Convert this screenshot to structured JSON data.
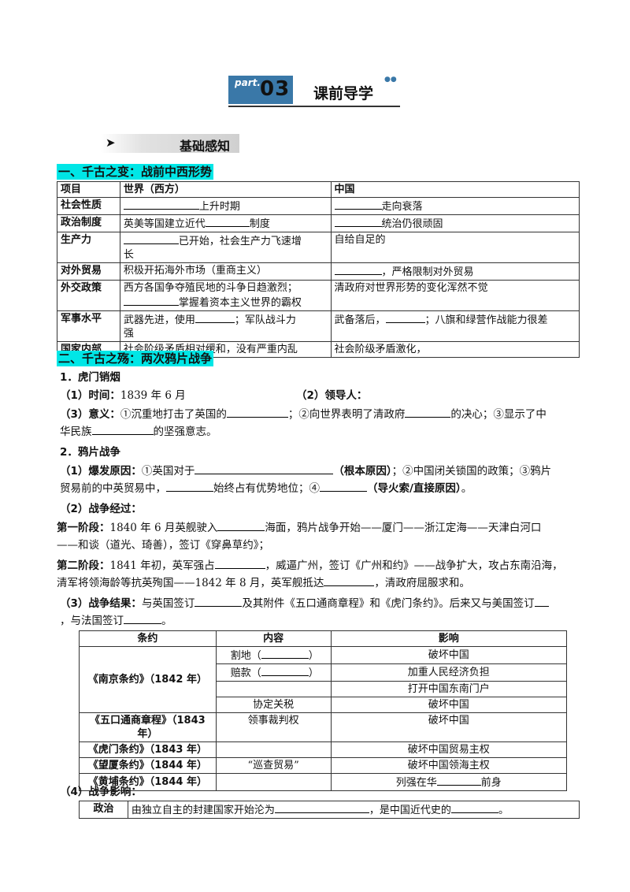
{
  "banner": {
    "part": "part.",
    "number": "03",
    "title": "课前导学"
  },
  "basic": {
    "arrow": "➤",
    "label": "基础感知"
  },
  "sec1": {
    "heading": "一、千古之变：战前中西形势",
    "header": [
      "项目",
      "世界（西方）",
      "中国"
    ],
    "rows": [
      {
        "item": "社会性质",
        "west": "上升时期",
        "china": "走向衰落"
      },
      {
        "item": "政治制度",
        "west_a": "英美等国建立近代",
        "west_b": "制度",
        "china": "统治仍很顽固"
      },
      {
        "item": "生产力",
        "west_a": "已开始，社会生产力飞速增",
        "west_b": "长",
        "china": "自给自足的"
      },
      {
        "item": "对外贸易",
        "west": "积极开拓海外市场（重商主义）",
        "china": "，严格限制对外贸易"
      },
      {
        "item": "外交政策",
        "west_a": "西方各国争夺殖民地的斗争日趋激烈；",
        "west_b": "掌握着资本主义世界的霸权",
        "china": "清政府对世界形势的变化浑然不觉"
      },
      {
        "item": "军事水平",
        "west_a": "武器先进，使用",
        "west_b": "；军队战斗力",
        "west_c": "强",
        "china_a": "武备落后，",
        "china_b": "；八旗和绿营作战能力很差"
      },
      {
        "item": "国家内部",
        "west": "社会阶级矛盾相对缓和，没有严重内乱",
        "china": "社会阶级矛盾激化，"
      }
    ]
  },
  "sec2": {
    "heading": "二、千古之殇：两次鸦片战争",
    "s1": "1．虎门销烟",
    "time_label": "（1）时间：",
    "time_value": "1839 年 6 月",
    "leader_label": "（2）领导人：",
    "meaning_label": "（3）意义：",
    "meaning_a": "①沉重地打击了英国的",
    "meaning_b": "；②向世界表明了清政府",
    "meaning_c": "的决心；③显示了中",
    "meaning_d": "华民族",
    "meaning_e": "的坚强意志。",
    "s2": "2．鸦片战争",
    "cause_label": "（1）爆发原因：",
    "cause_a": "①英国对于",
    "cause_b": "（根本原因）",
    "cause_c": "；②中国闭关锁国的政策；③鸦片",
    "cause_d": "贸易前的中英贸易中，",
    "cause_e": "始终占有优势地位；④",
    "cause_f": "（导火索/直接原因）",
    "cause_g": "。",
    "course_label": "（2）战争经过：",
    "stage1_label": "第一阶段：",
    "stage1_a": "1840 年 6 月英舰驶入",
    "stage1_b": "海面，鸦片战争开始——厦门——浙江定海——天津白河口",
    "stage1_c": "——和谈（道光、琦善），签订《穿鼻草约》；",
    "stage2_label": "第二阶段：",
    "stage2_a": "1841 年初，英军强占",
    "stage2_b": "，威逼广州，签订《广州和约》——战争扩大，攻占东南沿海，",
    "stage2_c": "清军将领海龄等抗英殉国——1842 年 8 月，英军舰抵达",
    "stage2_d": "，清政府屈服求和。",
    "result_label": "（3）战争结果：",
    "result_a": "与英国签订",
    "result_b": "及其附件《五口通商章程》和《虎门条约》。后来又与美国签订",
    "result_c": "，与法国签订",
    "result_d": "。",
    "treaty_header": [
      "条约",
      "内容",
      "影响"
    ],
    "treaties": {
      "nanjing": "《南京条约》（1842 年）",
      "wukou_a": "《五口通商章程》（1843",
      "wukou_b": "年）",
      "humen": "《虎门条约》（1843 年）",
      "wangxia": "《望厦条约》（1844 年）",
      "huangpu": "《黄埔条约》（1844 年）"
    },
    "contents": {
      "land_a": "割地（",
      "land_b": "）",
      "indemnity_a": "赔款（",
      "indemnity_b": "）",
      "tariff": "协定关税",
      "consular": "领事裁判权",
      "patrol": "“巡查贸易”"
    },
    "impacts": {
      "i1": "破坏中国",
      "i2": "加重人民经济负担",
      "i3": "打开中国东南门户",
      "i4": "破坏中国",
      "i5": "破坏中国",
      "i6": "破坏中国贸易主权",
      "i7": "破坏中国领海主权",
      "i8_a": "列强在华",
      "i8_b": "前身"
    },
    "influence_label": "（4）战争影响：",
    "politics": "政治",
    "politics_a": "由独立自主的封建国家开始沦为",
    "politics_b": "，是中国近代史的",
    "politics_c": "。"
  }
}
